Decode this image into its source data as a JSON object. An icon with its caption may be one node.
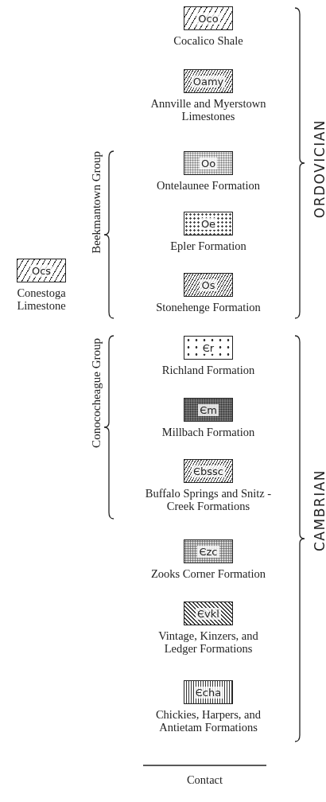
{
  "diagram": {
    "nodes": [
      {
        "text": [
          "Oco"
        ],
        "beside": [
          "Cocalico Shale"
        ]
      },
      {
        "text": [
          "Oamy"
        ],
        "beside": [
          "Annville and Myerstown Limestones"
        ]
      },
      {
        "text": [
          "Oo"
        ],
        "beside": [
          "Ontelaunee Formation"
        ]
      },
      {
        "text": [
          "Oe"
        ],
        "beside": [
          "Epler Formation"
        ]
      },
      {
        "text": [
          "Ocs"
        ],
        "beside": [
          "Conestoga Limestone"
        ]
      },
      {
        "text": [
          "Os"
        ],
        "beside": [
          "Stonehenge Formation"
        ]
      },
      {
        "text": [
          "Єr"
        ],
        "beside": [
          "Richland Formation"
        ]
      },
      {
        "text": [
          "Єm"
        ],
        "beside": [
          "Millbach Formation"
        ]
      },
      {
        "text": [
          "Єbssc"
        ],
        "beside": [
          "Buffalo Springs and Snitz -Creek Formations"
        ]
      },
      {
        "text": [
          "Єzc"
        ],
        "beside": [
          "Zooks Corner Formation"
        ]
      },
      {
        "text": [
          "Єvkl"
        ],
        "beside": [
          "Vintage, Kinzers, and Ledger Formations"
        ]
      },
      {
        "text": [
          "Єcha"
        ],
        "beside": [
          "Chickies, Harpers, and Antietam Formations"
        ]
      }
    ],
    "labels": [
      "ORDOVICIAN",
      "Beekmantown Group",
      "Conococheague Group",
      "CAMBRIAN"
    ],
    "legend": [
      {
        "text": "Contact"
      }
    ]
  }
}
